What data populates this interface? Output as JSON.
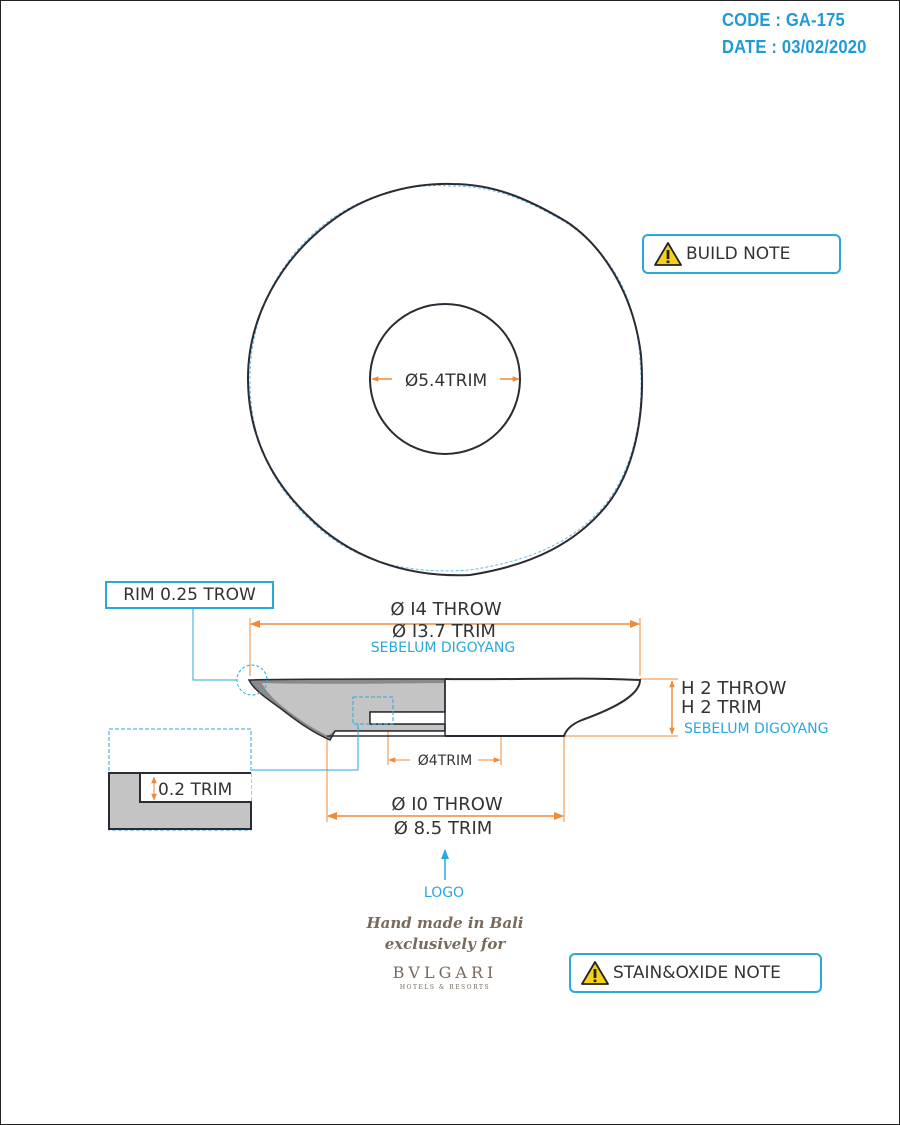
{
  "header": {
    "code": "CODE : GA-175",
    "date": "DATE : 03/02/2020"
  },
  "notes": {
    "build": "BUILD NOTE",
    "stain": "STAIN&OXIDE NOTE"
  },
  "callouts": {
    "rim": "RIM 0.25 TROW",
    "detail_trim": "0.2 TRIM"
  },
  "top_view": {
    "inner_diameter": "Ø5.4TRIM"
  },
  "side_view": {
    "top_throw": "Ø I4 THROW",
    "top_trim": "Ø I3.7 TRIM",
    "top_note": "SEBELUM DIGOYANG",
    "height_throw": "H 2 THROW",
    "height_trim": "H 2 TRIM",
    "height_note": "SEBELUM DIGOYANG",
    "foot_inner": "Ø4TRIM",
    "bottom_throw": "Ø I0 THROW",
    "bottom_trim": "Ø 8.5 TRIM"
  },
  "logo": {
    "label": "LOGO",
    "line1": "Hand made in Bali",
    "line2": "exclusively for",
    "brand": "BVLGARI",
    "brand_sub": "HOTELS & RESORTS"
  },
  "colors": {
    "dimension": "#ef8a3a",
    "accent": "#29a8dd",
    "header": "#1f9ad6",
    "section_fill": "#c4c4c4"
  }
}
